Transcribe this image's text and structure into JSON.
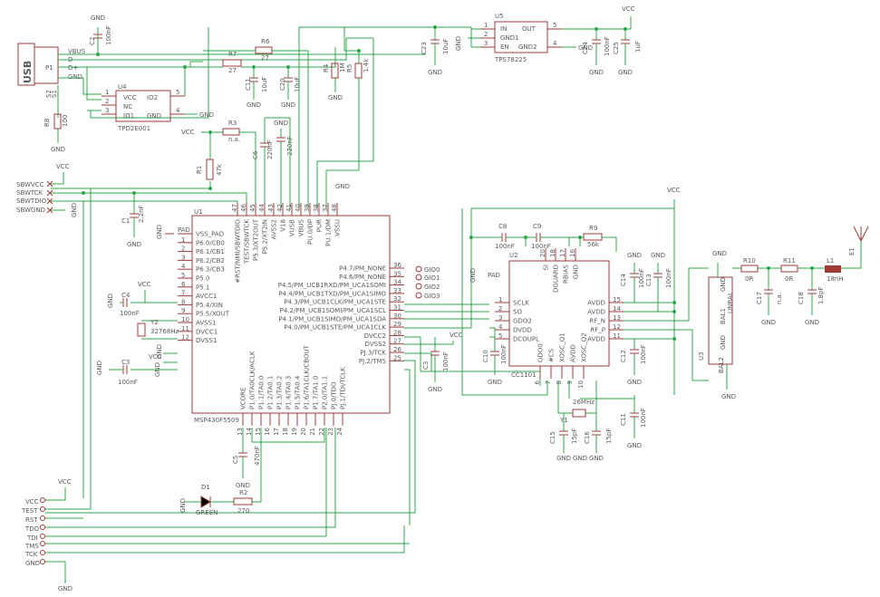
{
  "colors": {
    "wire": "#2ea84a",
    "part": "#a23a3a",
    "text": "#5a5a5a"
  },
  "usb": {
    "label": "USB",
    "ref": "P1",
    "pins": [
      "VBUS",
      "D-",
      "D+",
      "GND"
    ],
    "shield": "S1",
    "shield_ref": "S2"
  },
  "u4": {
    "ref": "U4",
    "name": "TPD2E001",
    "pins": [
      "VCC",
      "NC",
      "IO1",
      "IO2",
      "GND"
    ],
    "nums": [
      "1",
      "2",
      "3",
      "5",
      "4"
    ]
  },
  "u5": {
    "ref": "U5",
    "name": "TPS78225",
    "pins": [
      "IN",
      "GND1",
      "EN",
      "OUT",
      "GND2"
    ],
    "nums": [
      "1",
      "2",
      "3",
      "5",
      "4"
    ]
  },
  "u1": {
    "ref": "U1",
    "name": "MSP430F5509",
    "left": [
      [
        "VSS_PAD",
        ""
      ],
      [
        "P6.0/CB0",
        "1"
      ],
      [
        "P6.1/CB1",
        "2"
      ],
      [
        "P6.2/CB2",
        "3"
      ],
      [
        "P6.3/CB3",
        "4"
      ],
      [
        "P5.0",
        "5"
      ],
      [
        "P5.1",
        "6"
      ],
      [
        "AVCC1",
        "7"
      ],
      [
        "P5.4/XIN",
        "8"
      ],
      [
        "P5.5/XOUT",
        "9"
      ],
      [
        "AVSS1",
        "10"
      ],
      [
        "DVCC1",
        "11"
      ],
      [
        "DVSS1",
        "12"
      ]
    ],
    "right": [
      [
        "P4.7/PM_NONE",
        "36"
      ],
      [
        "P4.6/PM_NONE",
        "35"
      ],
      [
        "P4.5/PM_UCB1RXD/PM_UCA1SOMI",
        "34"
      ],
      [
        "P4.4/PM_UCB1TXD/PM_UCA1SIMO",
        "33"
      ],
      [
        "P4.3/PM_UCB1CLK/PM_UCA1STE",
        "32"
      ],
      [
        "P4.2/PM_UCB1SOMI/PM_UCA1SCL",
        "31"
      ],
      [
        "P4.1/PM_UCB1SIMO/PM_UCA1SDA",
        "30"
      ],
      [
        "P4.0/PM_UCB1STE/PM_UCA1CLK",
        "29"
      ],
      [
        "DVCC2",
        "28"
      ],
      [
        "DVSS2",
        "27"
      ],
      [
        "PJ.3/TCK",
        "26"
      ],
      [
        "PJ.2/TMS",
        "25"
      ]
    ],
    "top": [
      [
        "#RST/NMI/SBWTDIO",
        "47"
      ],
      [
        "TEST/SBWTCK",
        "46"
      ],
      [
        "P5.3/XT2OUT",
        "45"
      ],
      [
        "P5.2/XT2IN",
        "44"
      ],
      [
        "AVSS2",
        "43"
      ],
      [
        "V18",
        "42"
      ],
      [
        "VUSB",
        "41"
      ],
      [
        "VBUS",
        "40"
      ],
      [
        "PU.0/DP",
        "39"
      ],
      [
        "PUR",
        "38"
      ],
      [
        "PU.1/DM",
        "37"
      ],
      [
        "VSSU",
        "48"
      ]
    ],
    "bottom": [
      [
        "VCORE",
        "13"
      ],
      [
        "P1.0/TA0CLK/ACLK",
        "14"
      ],
      [
        "P1.1/TA0.0",
        "15"
      ],
      [
        "P1.2/TA0.1",
        "16"
      ],
      [
        "P1.3/TA0.2",
        "17"
      ],
      [
        "P1.4/TA0.3",
        "18"
      ],
      [
        "P1.5/TA0.4",
        "19"
      ],
      [
        "P1.6/TA1CLK/CBOUT",
        "20"
      ],
      [
        "P1.7/TA1.0",
        "21"
      ],
      [
        "P2.0/TA1.1",
        "22"
      ],
      [
        "PJ.0/TDO",
        "23"
      ],
      [
        "PJ.1/TDI/TCLK",
        "24"
      ]
    ]
  },
  "u2": {
    "ref": "U2",
    "name": "CC1101",
    "left": [
      [
        "SCLK",
        "1"
      ],
      [
        "SO",
        "2"
      ],
      [
        "GDO2",
        "3"
      ],
      [
        "DVDD",
        "4"
      ],
      [
        "DCOUPL",
        "5"
      ]
    ],
    "right": [
      [
        "AVDD",
        "15"
      ],
      [
        "AVDD",
        "14"
      ],
      [
        "RF_N",
        "13"
      ],
      [
        "RF_P",
        "12"
      ],
      [
        "AVDD",
        "11"
      ]
    ],
    "top": [
      [
        "SI",
        "20"
      ],
      [
        "DGUARD",
        "18"
      ],
      [
        "RBIAS",
        "17"
      ],
      [
        "GND",
        "16"
      ]
    ],
    "bottom": [
      [
        "GDO0",
        "6"
      ],
      [
        "#CS",
        "7"
      ],
      [
        "XOSC_Q1",
        "8"
      ],
      [
        "AVDD",
        "9"
      ],
      [
        "XOSC_Q2",
        "10"
      ]
    ]
  },
  "balun": {
    "ref1": "BAL1",
    "ref2": "BAL2",
    "unbal": "UNBAL",
    "gnd": "GND",
    "ref": "U3"
  },
  "gio": [
    "GIO0",
    "GIO1",
    "GIO2",
    "GIO3"
  ],
  "sbw": [
    "SBWVCC",
    "SBWTCK",
    "SBWTDIO",
    "SBWGND"
  ],
  "jtag": [
    "VCC",
    "TEST",
    "RST",
    "TDO",
    "TDI",
    "TMS",
    "TCK",
    "GND"
  ],
  "parts": {
    "c2": "C2",
    "c2v": "100nF",
    "r6": "R6",
    "r6v": "27",
    "r7": "R7",
    "r7v": "27",
    "c11": "C11",
    "c11v": "10uF",
    "c20": "C20",
    "c20v": "10uF",
    "r4": "R4",
    "r4v": "1M",
    "r5": "R5",
    "r5v": "1.4k",
    "r8": "R8",
    "r8v": "100",
    "c23": "C23",
    "c23v": "10uF",
    "c24": "C24",
    "c24v": "100nF",
    "c25": "C25",
    "c25v": "1uF",
    "r3": "R3",
    "r3v": "n.a.",
    "c6": "C6",
    "c6v": "220nF",
    "c7": "C7",
    "c7v": "220nF",
    "r1": "R1",
    "r1v": "47k",
    "c1": "C1",
    "c1v": "2.2nF",
    "c4": "C4",
    "c4v": "100nF",
    "y2": "Y2",
    "y2v": "32768Hz",
    "c3": "C3",
    "c3v": "100nF",
    "c5": "C5",
    "c5v": "470nF",
    "c9b": "C3",
    "c9bv": "100nF",
    "d1": "D1",
    "d1v": "GREEN",
    "r2": "R2",
    "r2v": "270",
    "c8": "C8",
    "c8v": "100nF",
    "c9": "C9",
    "c9v": "100nF",
    "r9": "R9",
    "r9v": "56k",
    "c14": "C14",
    "c14v": "100nF",
    "c13": "C13",
    "c13v": "100nF",
    "c10": "C10",
    "c10v": "100nF",
    "c12": "C12",
    "c12v": "100nF",
    "c15": "C15",
    "c15v": "15pF",
    "c16": "C16",
    "c16v": "15pF",
    "y1": "Y1",
    "y1v": "26MHz",
    "c11b": "C11",
    "c11bv": "100nF",
    "r10": "R10",
    "r10v": "0R",
    "r11": "R11",
    "r11v": "0R",
    "c17": "C17",
    "c17v": "n.a.",
    "c18": "C18",
    "c18v": "1.8pF",
    "l1": "L1",
    "l1v": "18nH",
    "e1": "E1"
  },
  "labels": {
    "gnd": "GND",
    "vcc": "VCC",
    "pad": "PAD"
  }
}
